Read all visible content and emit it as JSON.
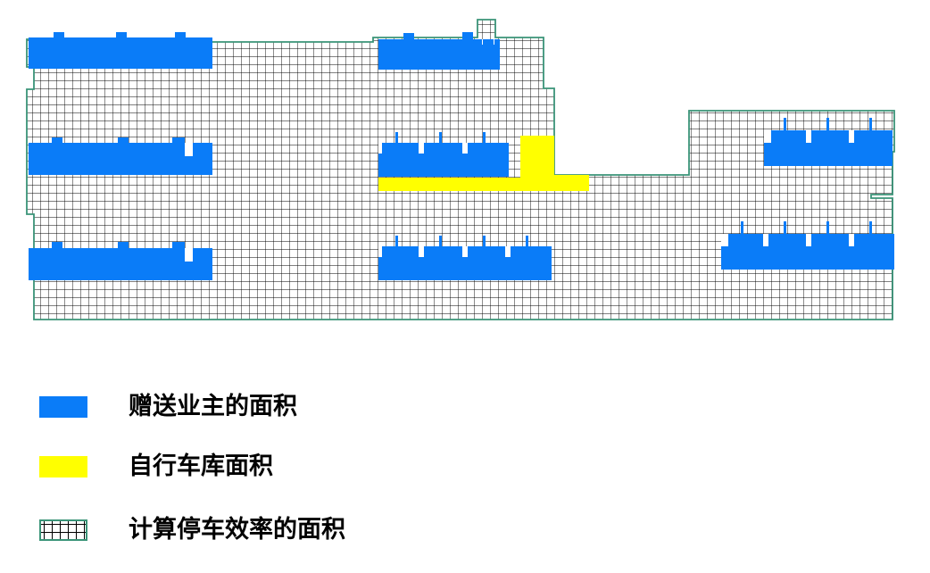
{
  "colors": {
    "gifted_area": "#0a7cf8",
    "self_garage": "#ffff00",
    "grid_line": "#000000",
    "outline": "#3a9478"
  },
  "legend": [
    {
      "key": "gifted_area",
      "label": "赠送业主的面积",
      "swatch": "blue"
    },
    {
      "key": "self_garage",
      "label": "自行车库面积",
      "swatch": "yellow"
    },
    {
      "key": "efficiency_area",
      "label": "计算停车效率的面积",
      "swatch": "grid"
    }
  ]
}
